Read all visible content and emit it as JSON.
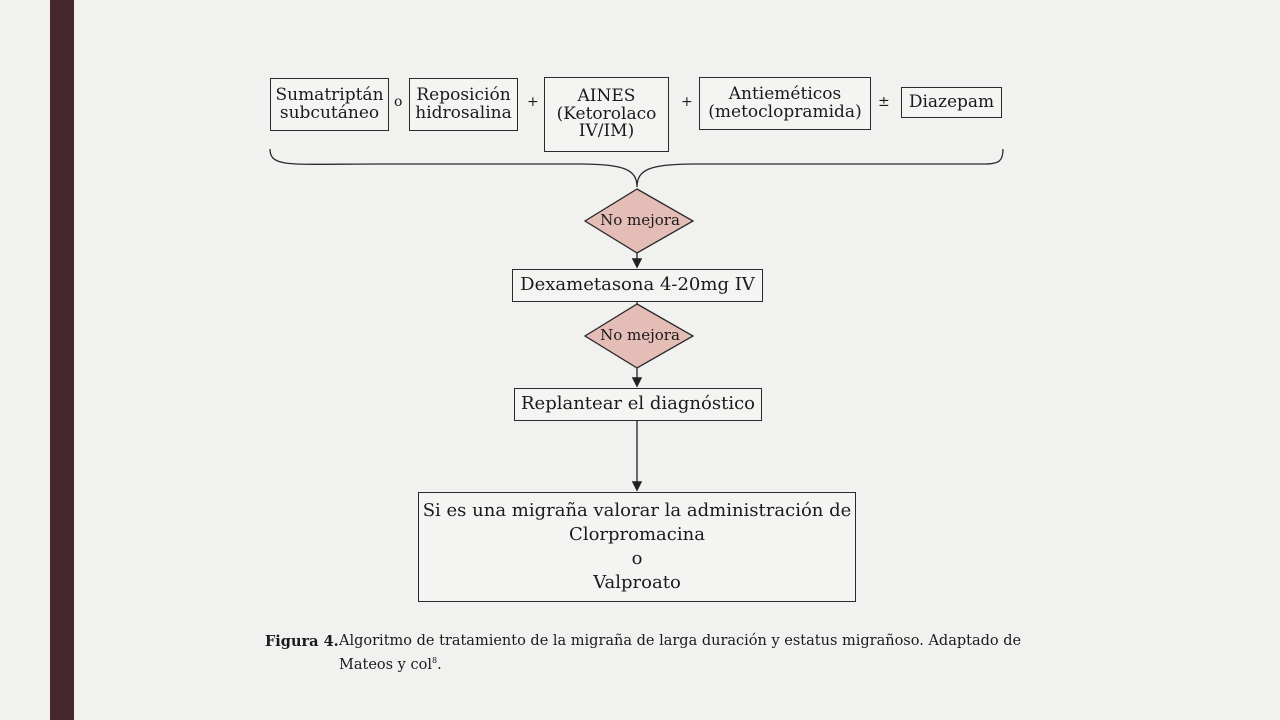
{
  "treatments": {
    "sumatriptan": [
      "Sumatriptán",
      "subcutáneo"
    ],
    "reposicion": [
      "Reposición",
      "hidrosalina"
    ],
    "aines": [
      "AINES",
      "(Ketorolaco",
      "IV/IM)"
    ],
    "antiemeticos": [
      "Antieméticos",
      "(metoclopramida)"
    ],
    "diazepam": "Diazepam"
  },
  "operators": {
    "o": "o",
    "plus1": "+",
    "plus2": "+",
    "plusminus": "±"
  },
  "decisions": {
    "first": "No mejora",
    "second": "No mejora"
  },
  "steps": {
    "dexametasona": "Dexametasona 4-20mg IV",
    "replantear": "Replantear el diagnóstico"
  },
  "final": {
    "line1": "Si es una migraña valorar la administración de",
    "line2": "Clorpromacina",
    "line3": "o",
    "line4": "Valproato"
  },
  "caption": {
    "label": "Figura 4.",
    "text": "Algoritmo de tratamiento de la migraña de larga duración y estatus migrañoso. Adaptado de Mateos y col",
    "ref": "8",
    "end": "."
  },
  "colors": {
    "sidebar": "#45282f",
    "diamond_fill": "#e4bdb6",
    "background": "#f1f1f0"
  }
}
